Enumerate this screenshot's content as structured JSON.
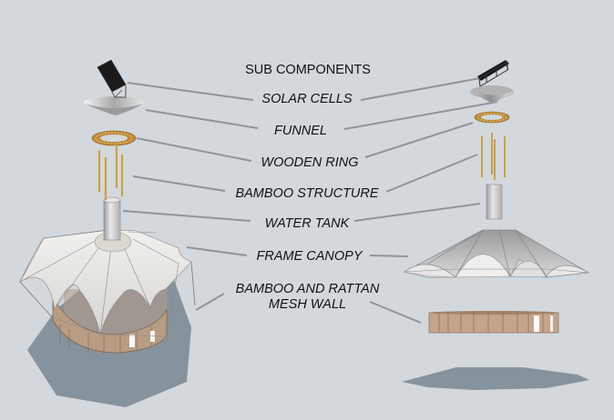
{
  "title": "SUB COMPONENTS",
  "labels": [
    {
      "id": "solar-cells",
      "text": "SOLAR CELLS"
    },
    {
      "id": "funnel",
      "text": "FUNNEL"
    },
    {
      "id": "wooden-ring",
      "text": "WOODEN RING"
    },
    {
      "id": "bamboo-structure",
      "text": "BAMBOO STRUCTURE"
    },
    {
      "id": "water-tank",
      "text": "WATER TANK"
    },
    {
      "id": "frame-canopy",
      "text": "FRAME CANOPY"
    },
    {
      "id": "mesh-wall-line1",
      "text": "BAMBOO AND RATTAN"
    },
    {
      "id": "mesh-wall-line2",
      "text": "MESH WALL"
    }
  ],
  "colors": {
    "background": "#d3d8dc",
    "leader_line": "#8e959b",
    "bamboo": "#c9a04a",
    "ring": "#b8862f",
    "shadow": "#87939c",
    "canopy": "#ecebe8",
    "mesh": "#b89a84",
    "solar": "#1b1b1b"
  }
}
